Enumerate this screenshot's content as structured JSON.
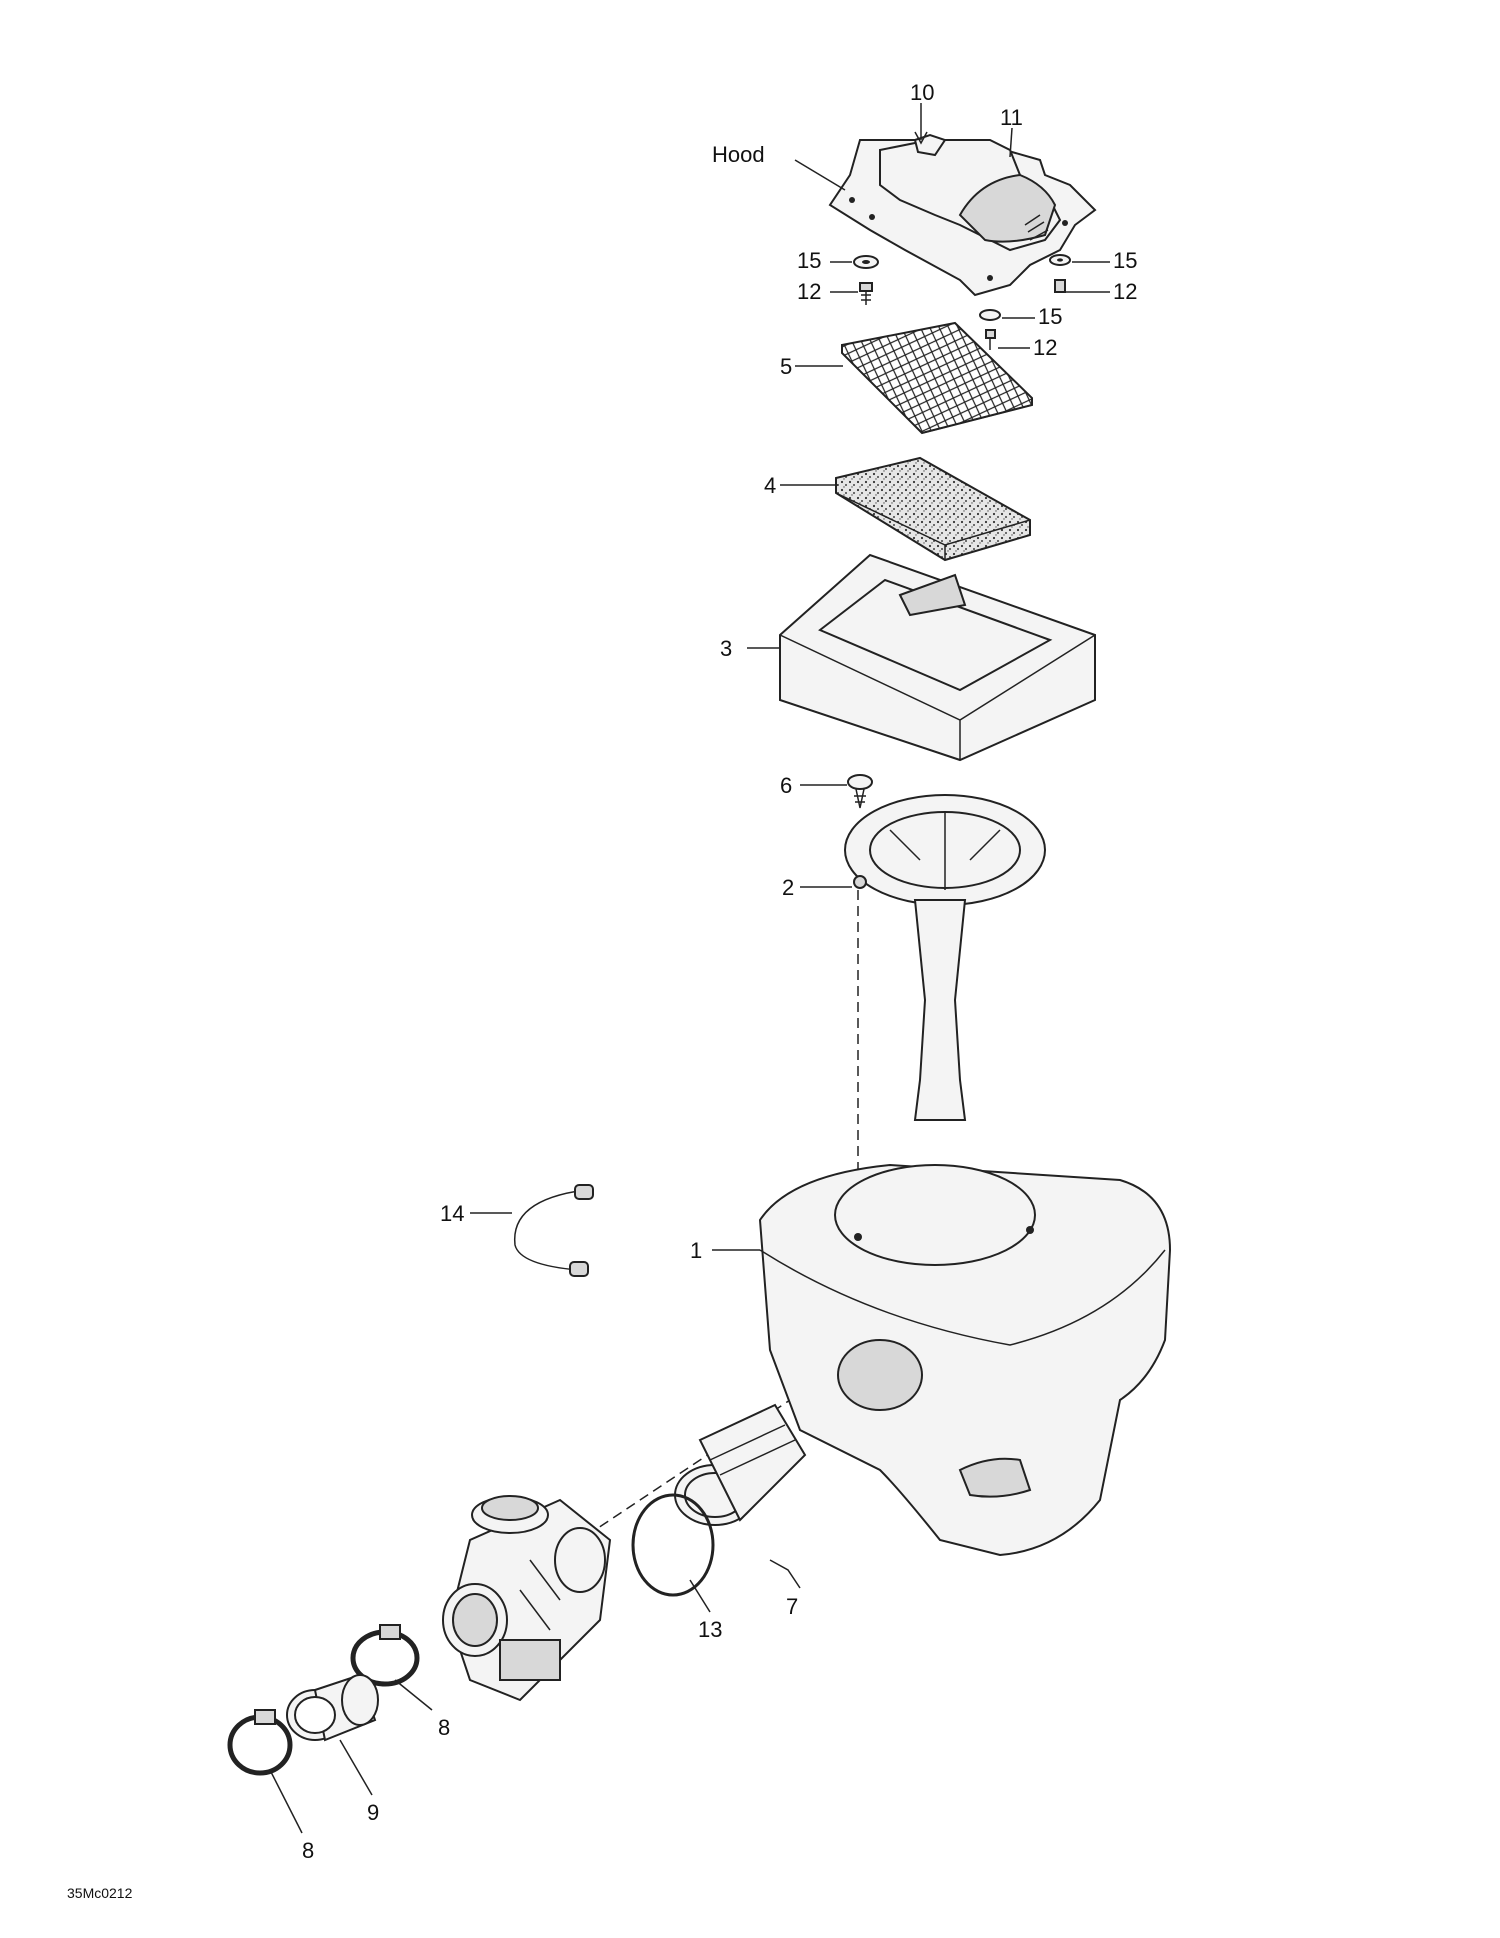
{
  "callouts": {
    "hood": "Hood",
    "c10": "10",
    "c11": "11",
    "c15_left": "15",
    "c15_right": "15",
    "c15_mid": "15",
    "c12_left": "12",
    "c12_right": "12",
    "c12_mid": "12",
    "c5": "5",
    "c4": "4",
    "c3": "3",
    "c6": "6",
    "c2": "2",
    "c14": "14",
    "c1": "1",
    "c7": "7",
    "c13": "13",
    "c8_upper": "8",
    "c9": "9",
    "c8_lower": "8"
  },
  "drawing_code": "35Mc0212"
}
